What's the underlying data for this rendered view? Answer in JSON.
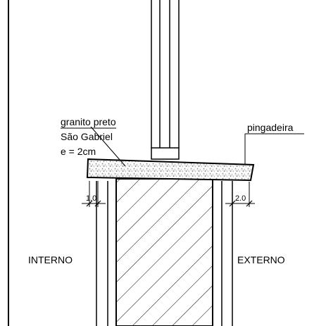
{
  "annotations": {
    "material_line1": "granito preto",
    "material_line2": "São Gabriel",
    "material_line3": "e = 2cm",
    "drip_edge": "pingadeira"
  },
  "dimensions": {
    "left_offset": "1.0",
    "right_offset": "2.0"
  },
  "sides": {
    "interior": "INTERNO",
    "exterior": "EXTERNO"
  },
  "colors": {
    "line": "#000000",
    "fill_white": "#ffffff",
    "granite_speckle": "#9a9a9a"
  }
}
